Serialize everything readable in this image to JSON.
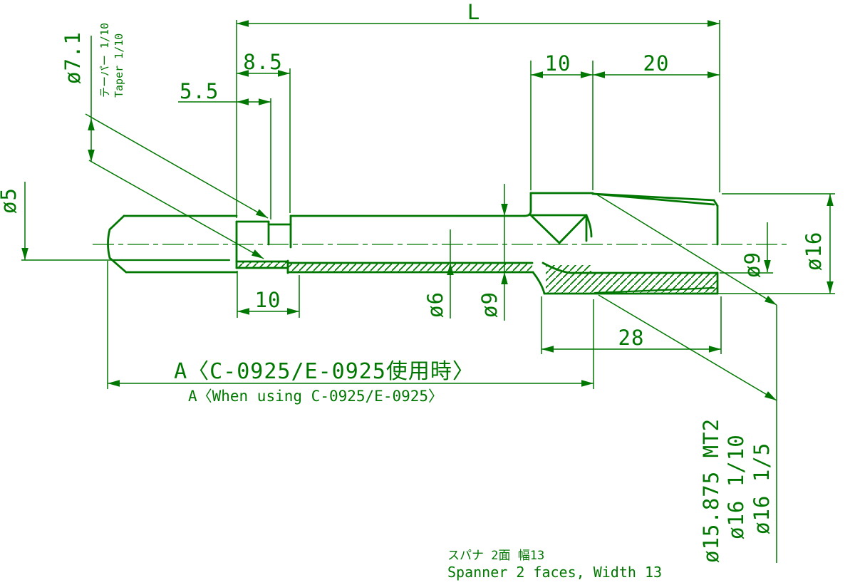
{
  "drawing": {
    "title": "counterbore-arbor-technical-drawing",
    "colors": {
      "line": "#007700",
      "background": "#ffffff"
    },
    "dims": {
      "L": "L",
      "d85": "8.5",
      "d55": "5.5",
      "d10top": "10",
      "d20": "20",
      "d10bottom": "10",
      "d28": "28"
    },
    "labels": {
      "dia71": "ø7.1",
      "taper_jp": "テーパー 1/10",
      "taper_en": "Taper 1/10",
      "dia5": "ø5",
      "dia6": "ø6",
      "dia9_mid": "ø9",
      "dia9_right": "ø9",
      "dia16": "ø16",
      "shank_mt2": "ø15.875 MT2",
      "shank_taper110": "ø16 1/10",
      "shank_taper15": "ø16 1/5"
    },
    "notes": {
      "a_dim_jp": "A〈C-0925/E-0925使用時〉",
      "a_dim_en": "A〈When using C-0925/E-0925〉",
      "spanner_jp": "スパナ 2面 幅13",
      "spanner_en": "Spanner 2 faces, Width 13"
    }
  }
}
